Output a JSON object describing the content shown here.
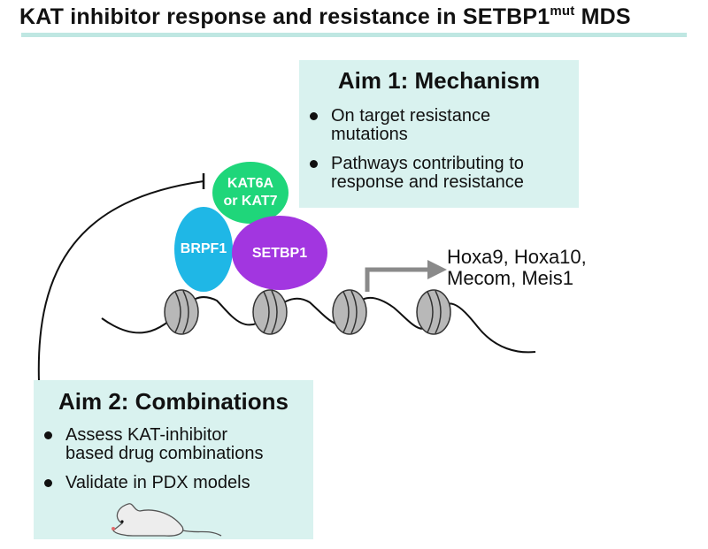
{
  "title": {
    "main": "KAT inhibitor response and resistance in SETBP1",
    "sup": "mut",
    "tail": " MDS"
  },
  "aim1": {
    "heading": "Aim 1: Mechanism",
    "bullets": [
      {
        "line1": "On target resistance",
        "line2": "mutations"
      },
      {
        "line1": "Pathways contributing to",
        "line2": "response and resistance"
      }
    ]
  },
  "aim2": {
    "heading": "Aim 2: Combinations",
    "bullets": [
      {
        "line1": "Assess KAT-inhibitor",
        "line2": "based drug combinations"
      },
      {
        "line1": "Validate in PDX models",
        "line2": ""
      }
    ]
  },
  "complex": {
    "kat": {
      "line1": "KAT6A",
      "line2": "or KAT7",
      "color": "#1fd67a"
    },
    "brpf1": {
      "label": "BRPF1",
      "color": "#1fb7e6"
    },
    "setbp1": {
      "label": "SETBP1",
      "color": "#a236e0"
    }
  },
  "targets": {
    "line1": "Hoxa9, Hoxa10,",
    "line2": "Mecom, Meis1"
  },
  "colors": {
    "panel": "#d9f2ef",
    "rule": "#bfe7e2",
    "nucleosome": "#b8b8b8",
    "arrow": "#8a8a8a",
    "mouse": "#ededed"
  }
}
